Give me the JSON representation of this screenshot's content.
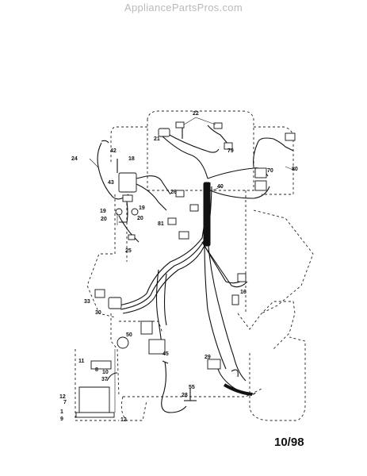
{
  "watermark": "AppliancePartsPros.com",
  "date_code": "10/98",
  "callouts": [
    {
      "id": "c22",
      "text": "22"
    },
    {
      "id": "c21",
      "text": "21"
    },
    {
      "id": "c79",
      "text": "79"
    },
    {
      "id": "c80",
      "text": "80"
    },
    {
      "id": "c70",
      "text": "70"
    },
    {
      "id": "c40",
      "text": "40"
    },
    {
      "id": "c24",
      "text": "24"
    },
    {
      "id": "c42",
      "text": "42"
    },
    {
      "id": "c18",
      "text": "18"
    },
    {
      "id": "c43",
      "text": "43"
    },
    {
      "id": "c26",
      "text": "26"
    },
    {
      "id": "c19a",
      "text": "19"
    },
    {
      "id": "c19b",
      "text": "19"
    },
    {
      "id": "c20a",
      "text": "20"
    },
    {
      "id": "c20b",
      "text": "20"
    },
    {
      "id": "c81",
      "text": "81"
    },
    {
      "id": "c25",
      "text": "25"
    },
    {
      "id": "c33",
      "text": "33"
    },
    {
      "id": "c30",
      "text": "30"
    },
    {
      "id": "c16",
      "text": "16"
    },
    {
      "id": "c50",
      "text": "50"
    },
    {
      "id": "c45",
      "text": "45"
    },
    {
      "id": "c11",
      "text": "11"
    },
    {
      "id": "c8",
      "text": "8"
    },
    {
      "id": "c10",
      "text": "10"
    },
    {
      "id": "c37",
      "text": "37"
    },
    {
      "id": "c12a",
      "text": "12"
    },
    {
      "id": "c7",
      "text": "7"
    },
    {
      "id": "c1",
      "text": "1"
    },
    {
      "id": "c9",
      "text": "9"
    },
    {
      "id": "c12b",
      "text": "12"
    },
    {
      "id": "c29",
      "text": "29"
    },
    {
      "id": "c28",
      "text": "28"
    },
    {
      "id": "c55",
      "text": "55"
    }
  ]
}
